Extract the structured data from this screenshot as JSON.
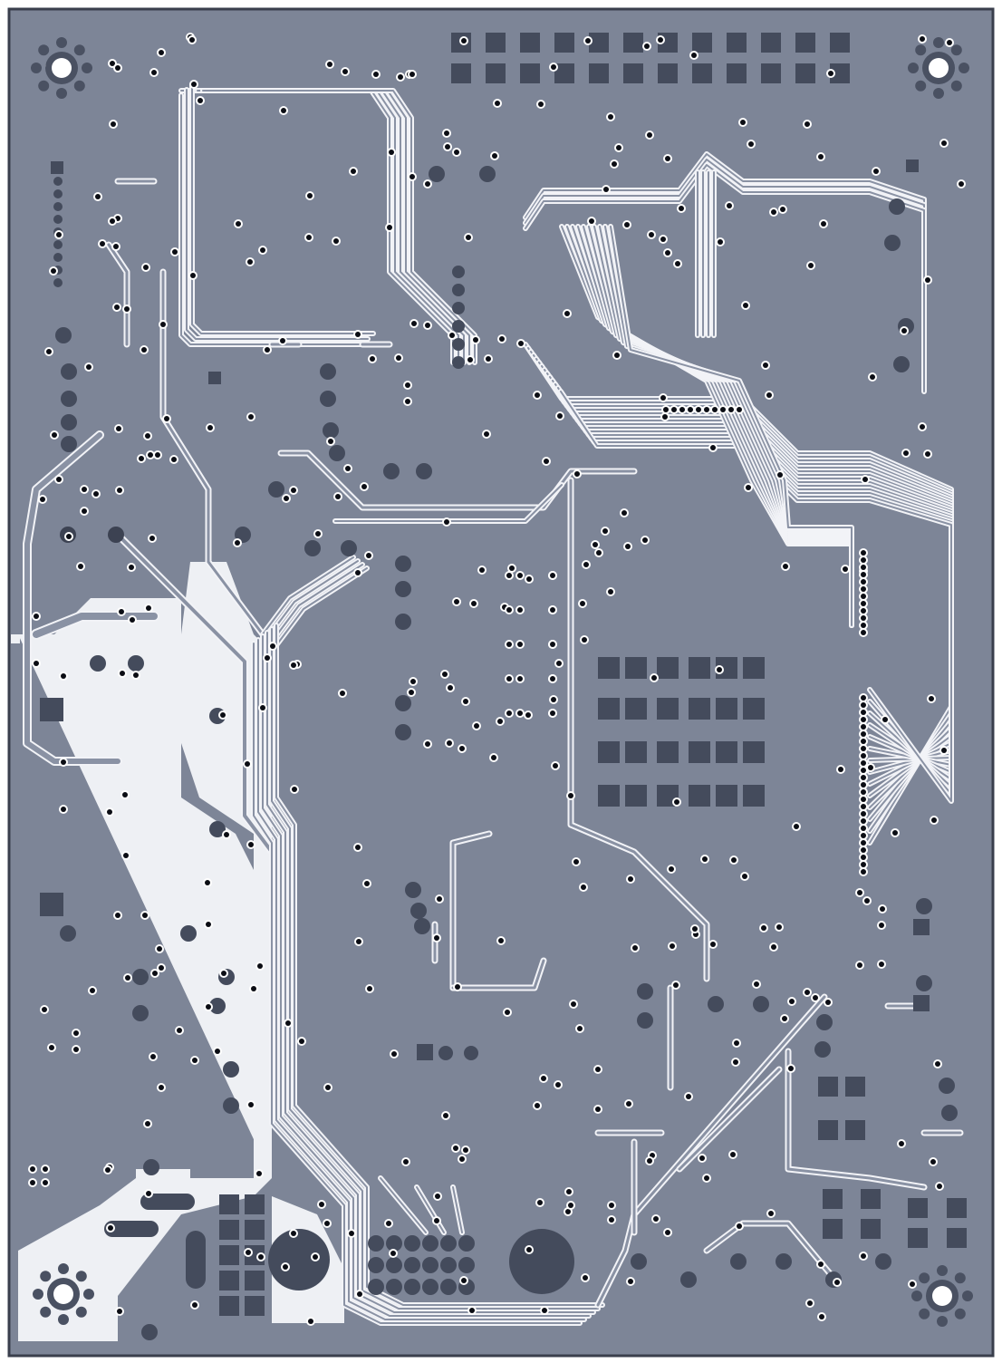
{
  "colors": {
    "board_fill": "#7d8597",
    "board_edge": "#3a3f4c",
    "trace_outline": "#f2f3f7",
    "trace_fill": "#8a92a4",
    "via_ring": "#ffffff",
    "via_hole": "#0b0d14",
    "pad_dark": "#444b5c",
    "copper_pour_white": "#eef0f4",
    "mounting_hole_ring": "#4a5162"
  },
  "icons": {
    "mounting_hole": "mounting-hole-icon",
    "via": "via-icon",
    "smd_pad": "smd-pad-icon",
    "through_hole_pad": "through-hole-pad-icon"
  },
  "board": {
    "layer_view": "bottom-copper",
    "mounting_holes_count": 4,
    "connectors": [
      "top-header",
      "bottom-left-header",
      "bottom-center-header"
    ]
  }
}
